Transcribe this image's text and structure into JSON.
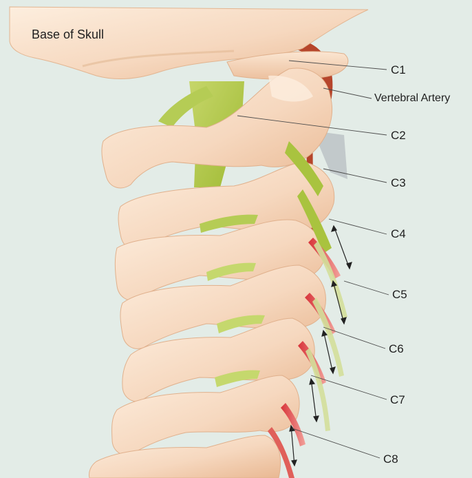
{
  "labels": {
    "base_of_skull": "Base of Skull",
    "vertebral_artery": "Vertebral Artery",
    "c1": "C1",
    "c2": "C2",
    "c3": "C3",
    "c4": "C4",
    "c5": "C5",
    "c6": "C6",
    "c7": "C7",
    "c8": "C8"
  },
  "colors": {
    "background": "#e3ece7",
    "bone": "#f6d8bf",
    "bone_shadow": "#e9b892",
    "bone_highlight": "#fdeede",
    "nerve": "#a9c33f",
    "nerve_light": "#d3df9a",
    "artery": "#b6452b",
    "leader_line": "#4a4a4a"
  }
}
